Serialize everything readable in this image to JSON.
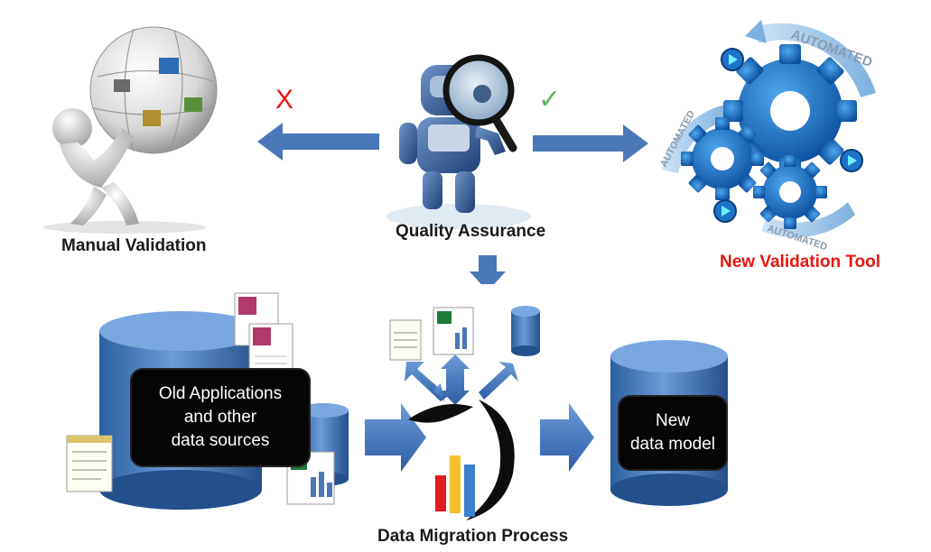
{
  "labels": {
    "manual_validation": "Manual Validation",
    "quality_assurance": "Quality Assurance",
    "new_validation_tool": "New Validation Tool",
    "data_migration_process": "Data Migration Process"
  },
  "marks": {
    "reject": "X",
    "accept": "✓"
  },
  "gear_ring_text": {
    "top": "AUTOMATED",
    "left": "AUTOMATED",
    "bottom": "AUTOMATED"
  },
  "callouts": {
    "old_sources": [
      "Old Applications",
      "and other",
      "data sources"
    ],
    "new_model": [
      "New",
      "data model"
    ]
  },
  "colors": {
    "arrow_blue": "#4a78b8",
    "cylinder_blue": "#3a73b5",
    "reject_red": "#e8170f",
    "accept_green": "#5cb85c",
    "gear_blue": "#1e73c8",
    "tool_label_red": "#e8170f"
  }
}
